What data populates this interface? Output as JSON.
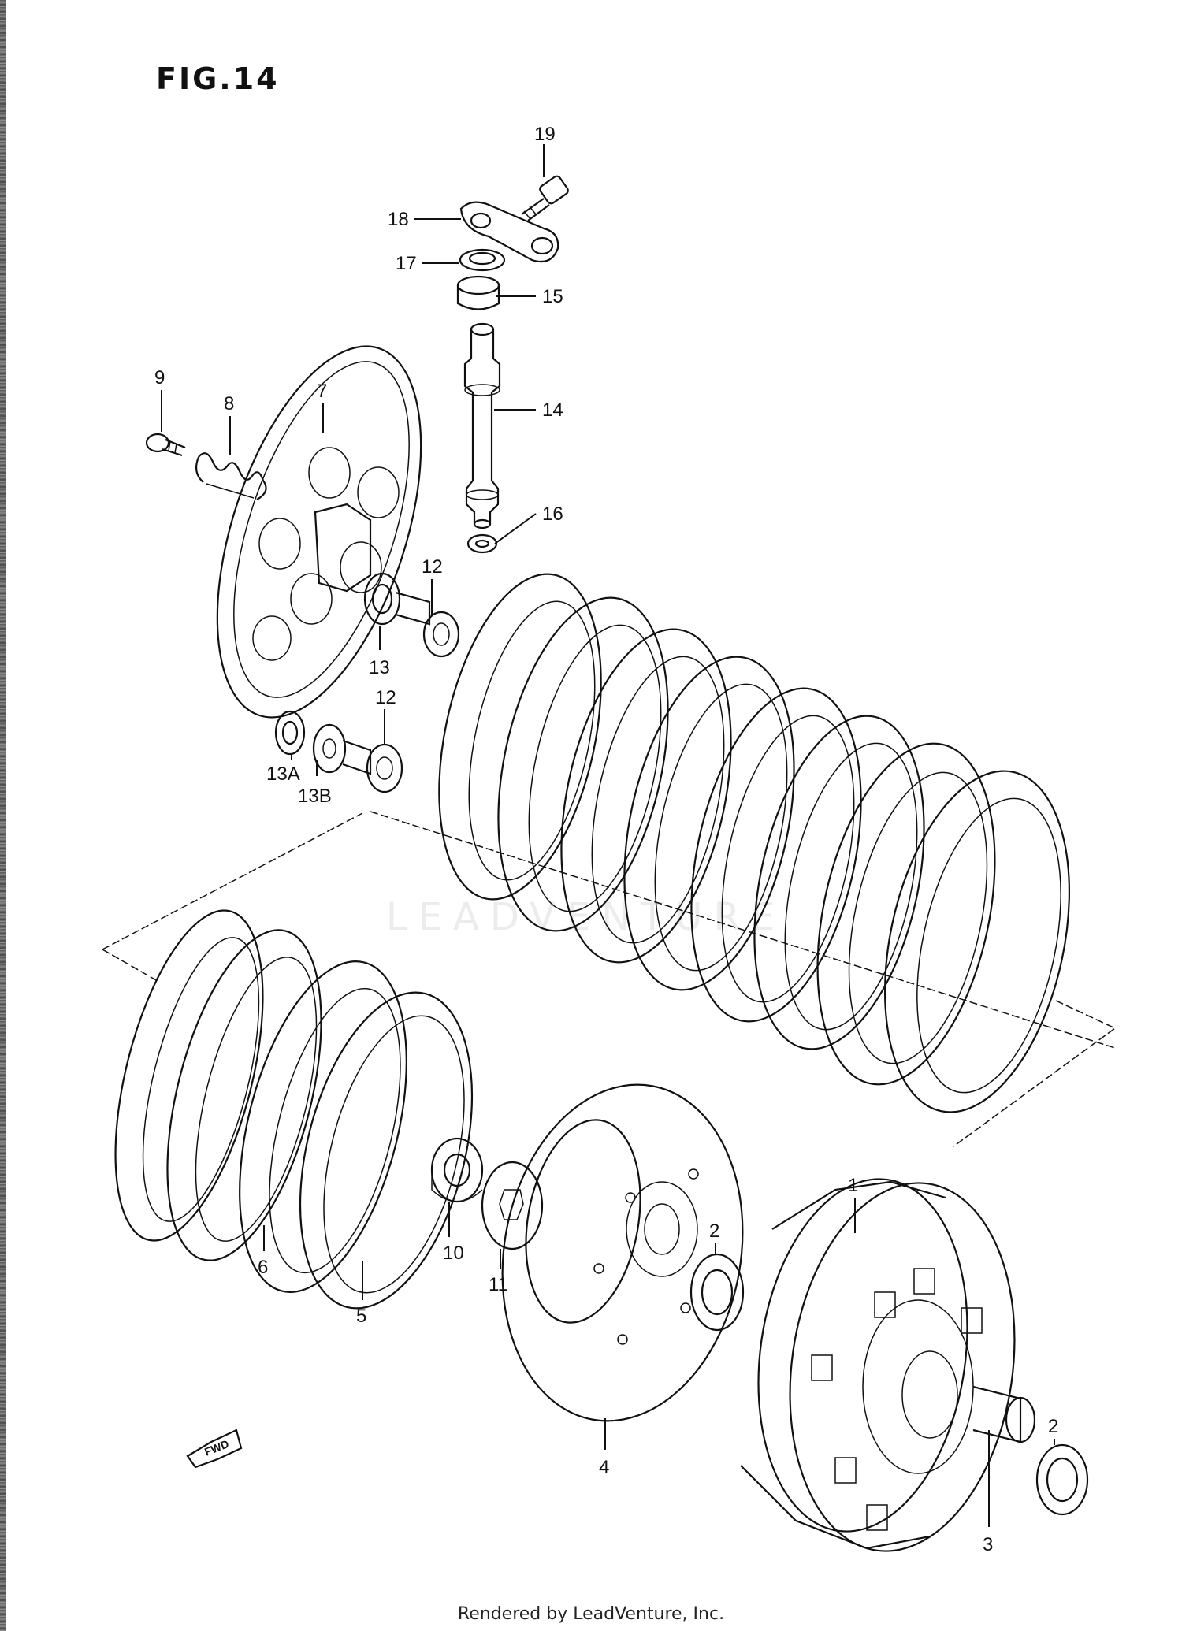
{
  "figure": {
    "title": "FIG.14"
  },
  "watermark": "LEADVENTURE",
  "footer": "Rendered by LeadVenture, Inc.",
  "callouts": {
    "c1": "1",
    "c2a": "2",
    "c2b": "2",
    "c3": "3",
    "c4": "4",
    "c5": "5",
    "c6": "6",
    "c7": "7",
    "c8": "8",
    "c9": "9",
    "c10": "10",
    "c11": "11",
    "c12a": "12",
    "c12b": "12",
    "c13": "13",
    "c13a": "13A",
    "c13b": "13B",
    "c14": "14",
    "c15": "15",
    "c16": "16",
    "c17": "17",
    "c18": "18",
    "c19": "19"
  },
  "fwd_arrow": {
    "label": "FWD",
    "icon": "forward-arrow-icon"
  }
}
